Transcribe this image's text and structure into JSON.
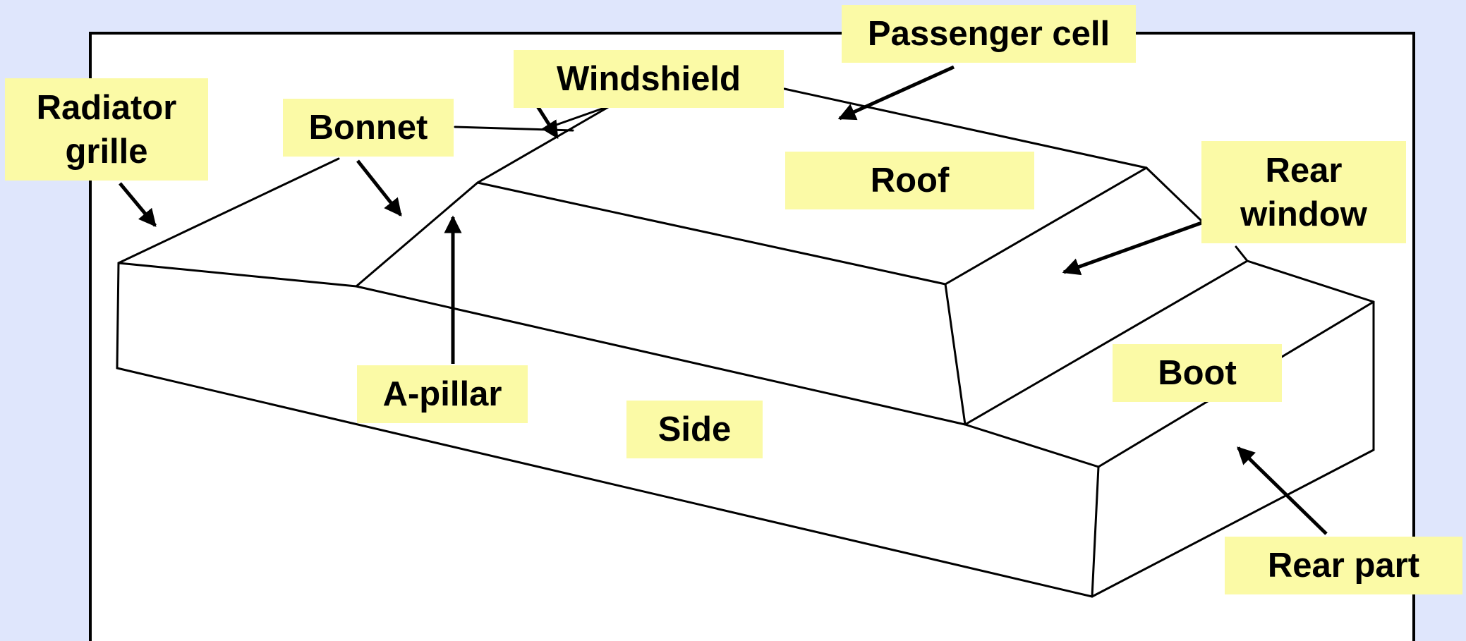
{
  "diagram": {
    "background": "#dfe6fc",
    "panel_fill": "#ffffff",
    "label_fill": "#fbfaa6",
    "line_color": "#000000",
    "labels": {
      "passenger_cell": "Passenger cell",
      "windshield": "Windshield",
      "radiator_grille": "Radiator\ngrille",
      "bonnet": "Bonnet",
      "roof": "Roof",
      "rear_window": "Rear\nwindow",
      "a_pillar": "A-pillar",
      "side": "Side",
      "boot": "Boot",
      "rear_part": "Rear part"
    }
  }
}
